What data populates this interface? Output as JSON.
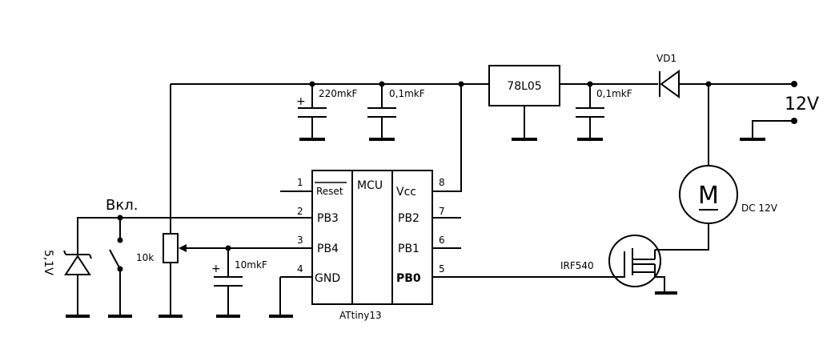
{
  "components": {
    "capacitor_c1": {
      "value": "220mkF",
      "polarity": "+"
    },
    "capacitor_c2": {
      "value": "0,1mkF"
    },
    "regulator": {
      "label": "78L05"
    },
    "capacitor_c3": {
      "value": "0,1mkF"
    },
    "diode_vd1": {
      "label": "VD1"
    },
    "supply": {
      "label": "12V"
    },
    "motor": {
      "symbol": "M",
      "label": "DC 12V"
    },
    "mosfet": {
      "label": "IRF540"
    },
    "zener": {
      "label": "5,1V"
    },
    "switch": {
      "label": "Вкл."
    },
    "potentiometer": {
      "label": "10k"
    },
    "capacitor_c4": {
      "value": "10mkF",
      "polarity": "+"
    }
  },
  "mcu": {
    "center_label": "MCU",
    "part": "ATtiny13",
    "left_pins": [
      {
        "num": "1",
        "name": "Reset"
      },
      {
        "num": "2",
        "name": "PB3"
      },
      {
        "num": "3",
        "name": "PB4"
      },
      {
        "num": "4",
        "name": "GND"
      }
    ],
    "right_pins": [
      {
        "num": "8",
        "name": "Vcc"
      },
      {
        "num": "7",
        "name": "PB2"
      },
      {
        "num": "6",
        "name": "PB1"
      },
      {
        "num": "5",
        "name": "PB0"
      }
    ]
  }
}
